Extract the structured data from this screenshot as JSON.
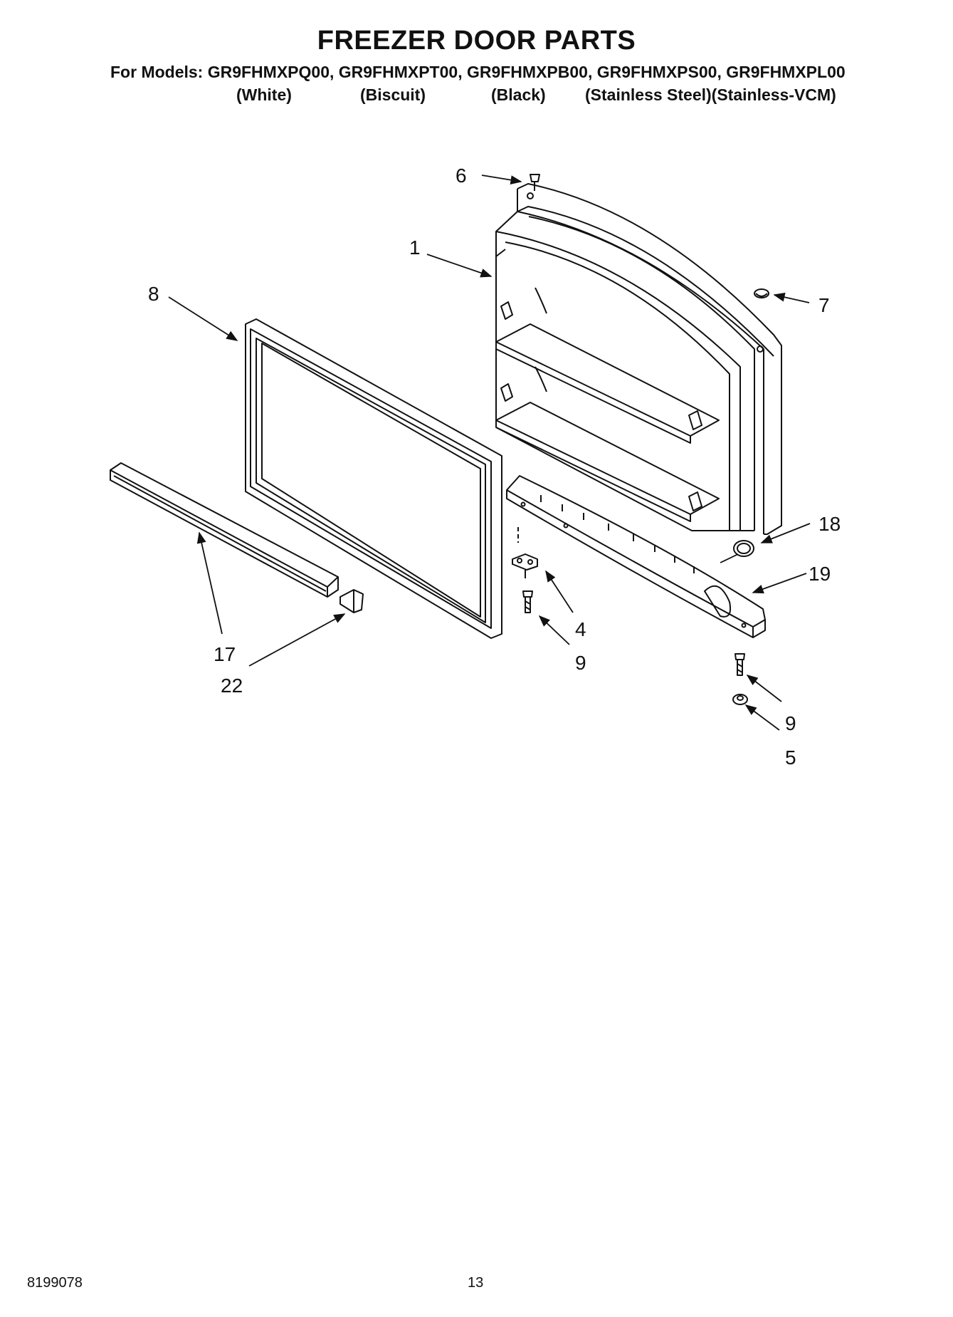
{
  "title": "FREEZER DOOR PARTS",
  "models_line": "For Models: GR9FHMXPQ00, GR9FHMXPT00, GR9FHMXPB00, GR9FHMXPS00, GR9FHMXPL00",
  "colors": [
    "(White)",
    "(Biscuit)",
    "(Black)",
    "(Stainless Steel)(Stainless-VCM)"
  ],
  "callouts": {
    "c6": "6",
    "c1": "1",
    "c8": "8",
    "c7": "7",
    "c18": "18",
    "c19": "19",
    "c4": "4",
    "c9a": "9",
    "c17": "17",
    "c22": "22",
    "c9b": "9",
    "c5": "5"
  },
  "footer": {
    "doc_number": "8199078",
    "page_number": "13"
  }
}
